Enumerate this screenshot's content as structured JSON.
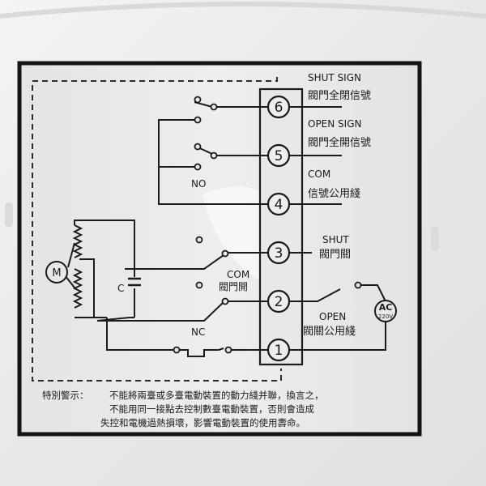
{
  "terminals": [
    {
      "number": "6",
      "line1": "SHUT SIGN",
      "line2": "閥門全閉信號"
    },
    {
      "number": "5",
      "line1": "OPEN SIGN",
      "line2": "閥門全開信號"
    },
    {
      "number": "4",
      "line1": "COM",
      "line2": "信號公用綫"
    },
    {
      "number": "3",
      "line1": "SHUT",
      "line2": "閥門關"
    },
    {
      "number": "2",
      "line1": "OPEN",
      "line2": "閥關公用綫"
    },
    {
      "number": "1",
      "line1": "",
      "line2": ""
    }
  ],
  "diagram": {
    "no_label": "NO",
    "nc_label": "NC",
    "com_label": "COM",
    "com_label_cn": "閥門開",
    "motor_label": "M",
    "capacitor_label": "C",
    "ac_label": "AC",
    "ac_voltage": "220V"
  },
  "warning": {
    "prefix": "特別警示：",
    "line1": "不能將兩臺或多臺電動裝置的動力綫并聯，換言之，",
    "line2": "不能用同一接點去控制數臺電動裝置，否則會造成",
    "line3": "失控和電機過熱損壞，影響電動裝置的使用壽命。"
  },
  "colors": {
    "label_background": "#e4e6e7",
    "ink": "#1b1b1b",
    "enclosure": "#eceeef"
  }
}
